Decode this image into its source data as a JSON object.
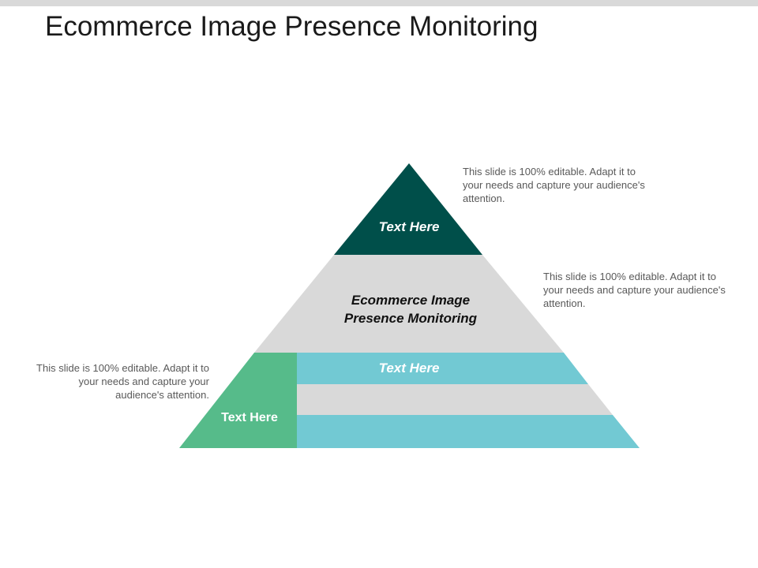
{
  "slide": {
    "title": "Ecommerce Image Presence Monitoring"
  },
  "pyramid": {
    "apex_label": "Text Here",
    "middle_label": "Ecommerce Image Presence Monitoring",
    "base_label_upper": "Text Here",
    "base_left_label": "Text Here"
  },
  "notes": {
    "top_right": "This slide is 100% editable. Adapt it to your needs and capture your audience's attention.",
    "middle_right": "This slide is 100% editable. Adapt it to your needs and capture your audience's attention.",
    "left": "This slide is 100% editable. Adapt it to your needs and capture your audience's attention."
  },
  "colors": {
    "apex": "#004f4a",
    "middle": "#d9d9d9",
    "base_left": "#56bb8a",
    "stripe_teal": "#72c9d3",
    "stripe_gray": "#d9d9d9",
    "note_text": "#595959",
    "title_text": "#1a1a1a"
  }
}
